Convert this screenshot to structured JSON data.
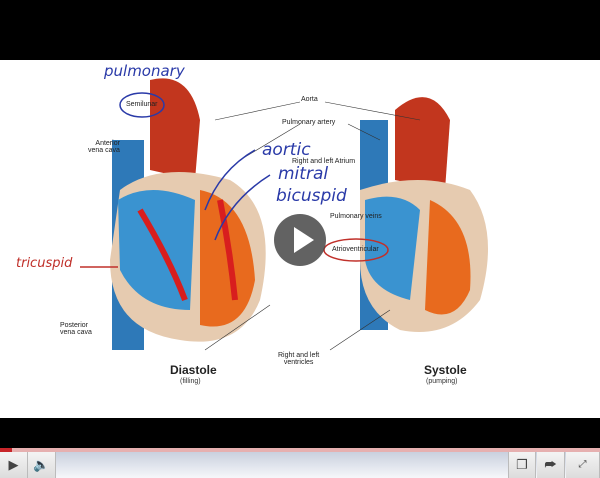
{
  "annotations": {
    "pulmonary": "pulmonary",
    "aortic": "aortic",
    "mitral": "mitral",
    "bicuspid": "bicuspid",
    "tricuspid": "tricuspid"
  },
  "labels": {
    "semilunar": "Semilunar",
    "anterior_vena_cava": "Anterior\nvena cava",
    "aorta": "Aorta",
    "pulmonary_artery": "Pulmonary artery",
    "atrium": "Right and left Atrium",
    "pulmonary_veins": "Pulmonary veins",
    "atrioventricular": "Atrioventricular",
    "posterior_vena_cava": "Posterior\nvena cava",
    "ventricles": "Right and left\nventricles",
    "diastole": "Diastole",
    "diastole_sub": "(filling)",
    "systole": "Systole",
    "systole_sub": "(pumping)"
  },
  "player": {
    "progress_percent": 2,
    "colors": {
      "progress": "#c8262a",
      "annotation_blue": "#2a3aa8",
      "annotation_red": "#c0302a"
    }
  }
}
